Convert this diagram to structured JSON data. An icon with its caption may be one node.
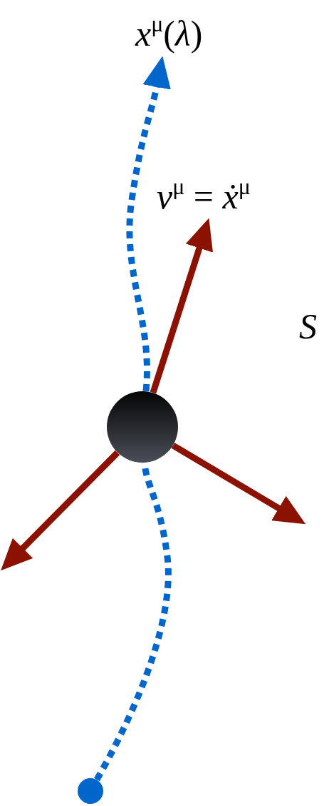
{
  "diagram": {
    "nodes": [
      {
        "text": [],
        "shape": "circle"
      },
      {
        "text": [],
        "shape": "circle"
      }
    ],
    "edges": [
      {
        "from": 1,
        "to": 0,
        "arrow": "none",
        "style": "dashed",
        "color": "#0066cc"
      },
      {
        "from": 0,
        "to": null,
        "arrow": "to",
        "style": "dashed",
        "color": "#0066cc",
        "label": "*x*$^{μ}$(*λ*)"
      },
      {
        "from": 0,
        "to": null,
        "arrow": "to",
        "label": "*v*$^{μ}$ = *ẋ*$^{μ}$"
      },
      {
        "from": 0,
        "to": null,
        "arrow": "to"
      },
      {
        "from": 0,
        "to": null,
        "arrow": "to"
      }
    ],
    "labels": [
      "*S*"
    ]
  }
}
